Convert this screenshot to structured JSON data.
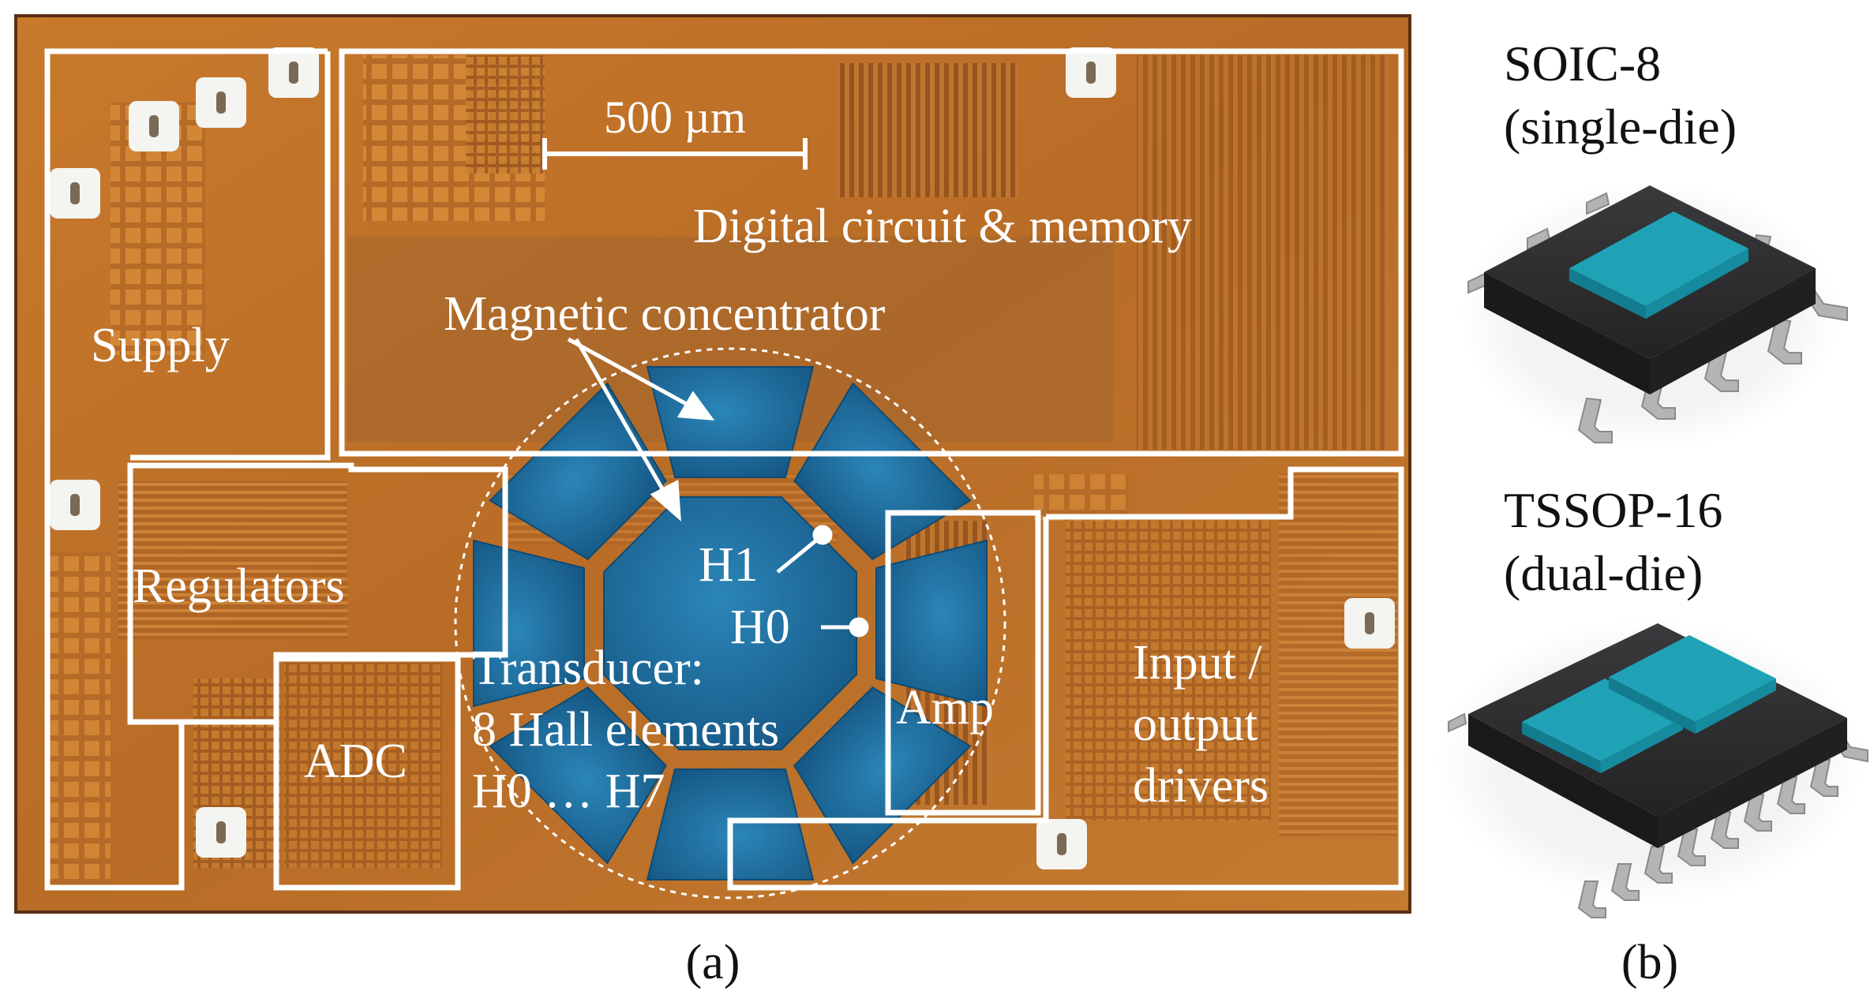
{
  "panel_a": {
    "caption": "(a)",
    "scale_bar": "500 µm",
    "regions": {
      "digital": "Digital circuit & memory",
      "supply": "Supply",
      "regulators": "Regulators",
      "adc": "ADC",
      "amp": "Amp",
      "io_line1": "Input /",
      "io_line2": "output",
      "io_line3": "drivers"
    },
    "magnetic_concentrator": "Magnetic concentrator",
    "hall_labels": {
      "h1": "H1",
      "h0": "H0"
    },
    "transducer": {
      "line1": "Transducer:",
      "line2": "8 Hall elements",
      "line3": "H0 … H7"
    }
  },
  "panel_b": {
    "caption": "(b)",
    "package_1": {
      "name": "SOIC-8",
      "note": "(single-die)"
    },
    "package_2": {
      "name": "TSSOP-16",
      "note": "(dual-die)"
    }
  },
  "colors": {
    "die": "#c97a2c",
    "die_dark": "#9c5a1e",
    "concentrator": "#1f6c9c",
    "package_body": "#2b2b2d",
    "die_cyan": "#1f9fb3",
    "pins": "#a9a9a9",
    "outline": "#ffffff"
  }
}
